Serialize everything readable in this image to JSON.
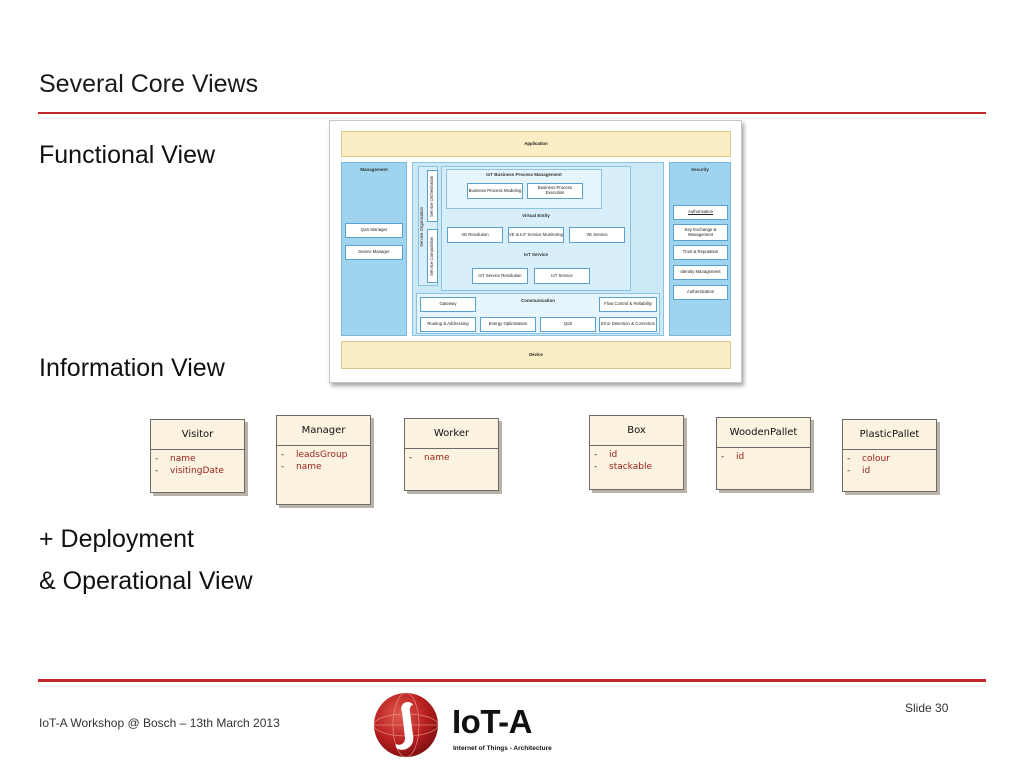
{
  "slide": {
    "title": "Several Core Views",
    "sections": {
      "functional": "Functional View",
      "information": "Information View",
      "deployment_line1": "+ Deployment",
      "deployment_line2": "& Operational View"
    }
  },
  "functional_diagram": {
    "application": "Application",
    "device": "Device",
    "management": {
      "title": "Management",
      "items": [
        "QoS Manager",
        "Device Manager"
      ]
    },
    "security": {
      "title": "Security",
      "items": [
        "Authorisation",
        "Key Exchange & Management",
        "Trust & Reputation",
        "Identity Management",
        "Authentication"
      ]
    },
    "service_organisation": {
      "title": "Service Organisation",
      "items": [
        "Service Orchestration",
        "Service Composition"
      ]
    },
    "iot_bpm": {
      "title": "IoT Business Process Management",
      "items": [
        "Business Process Modeling",
        "Business Process Execution"
      ]
    },
    "virtual_entity": {
      "title": "Virtual Entity",
      "items": [
        "VE Resolution",
        "VE & IoT Service Monitoring",
        "VE Service"
      ]
    },
    "iot_service": {
      "title": "IoT Service",
      "items": [
        "IoT Service Resolution",
        "IoT Service"
      ]
    },
    "communication": {
      "title": "Communication",
      "items": [
        "Gateway",
        "Flow Control & Reliability",
        "Routing & Addressing",
        "Energy Optimisation",
        "QoS",
        "Error Detection & Correction"
      ]
    }
  },
  "uml_classes": [
    {
      "name": "Visitor",
      "attributes": [
        "name",
        "visitingDate"
      ]
    },
    {
      "name": "Manager",
      "attributes": [
        "leadsGroup",
        "name"
      ]
    },
    {
      "name": "Worker",
      "attributes": [
        "name"
      ]
    },
    {
      "name": "Box",
      "attributes": [
        "id",
        "stackable"
      ]
    },
    {
      "name": "WoodenPallet",
      "attributes": [
        "id"
      ]
    },
    {
      "name": "PlasticPallet",
      "attributes": [
        "colour",
        "id"
      ]
    }
  ],
  "uml_attr_prefix": "-",
  "footer": {
    "text": "IoT-A Workshop @ Bosch – 13th March 2013",
    "slide_number": "Slide 30",
    "logo_title": "IoT-A",
    "logo_subtitle": "Internet of Things - Architecture"
  },
  "colors": {
    "rule": "#c0282c",
    "uml_attr": "#9a2320",
    "uml_fill": "#fbf2e0",
    "diagram_blue": "#9fd4ef",
    "diagram_band": "#fbeec4"
  }
}
